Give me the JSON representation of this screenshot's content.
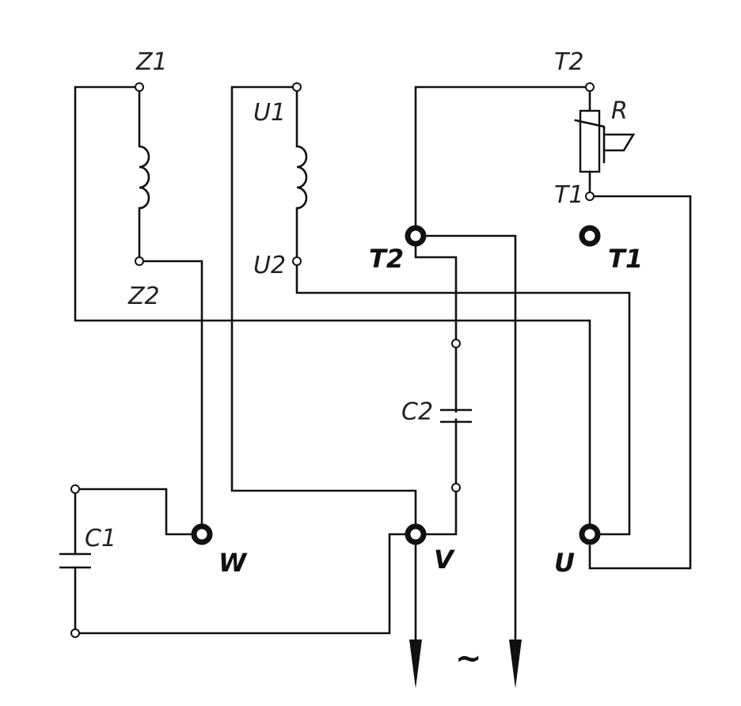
{
  "coil_labels": {
    "z1": "Z1",
    "z2": "Z2",
    "u1": "U1",
    "u2": "U2"
  },
  "thermistor": {
    "top": "T2",
    "bottom": "T1",
    "resistor": "R"
  },
  "capacitors": {
    "c1": "C1",
    "c2": "C2"
  },
  "terminals": {
    "t2": "T2",
    "t1": "T1",
    "w": "W",
    "v": "V",
    "u": "U"
  },
  "supply_symbol": "~"
}
